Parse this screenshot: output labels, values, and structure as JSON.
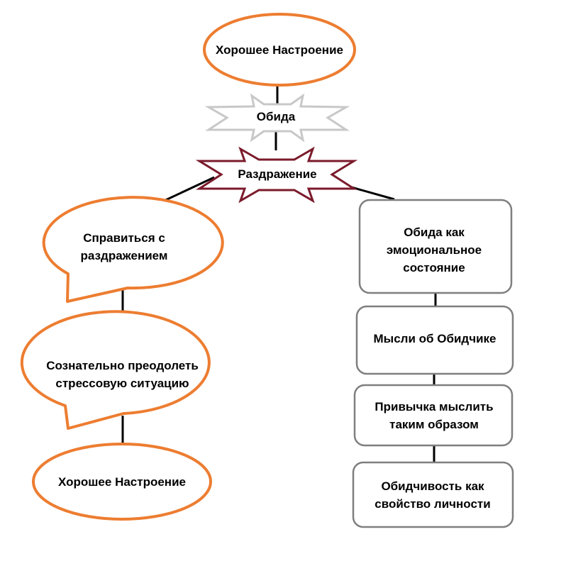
{
  "colors": {
    "ellipse_stroke": "#ED7D31",
    "star_grey": "#C8C8C8",
    "star_red": "#7B1A2B",
    "box_stroke": "#7F7F7F",
    "connector": "#000000"
  },
  "nodes": {
    "top_mood": "Хорошее Настроение",
    "offense": "Обида",
    "irritation": "Раздражение",
    "cope": "Справиться с раздражением",
    "overcome": "Сознательно преодолеть стрессовую ситуацию",
    "bottom_mood": "Хорошее Настроение",
    "emotional_state": "Обида как эмоциональное состояние",
    "thoughts": "Мысли об Обидчике",
    "habit": "Привычка мыслить таким образом",
    "trait": "Обидчивость как свойство личности"
  }
}
